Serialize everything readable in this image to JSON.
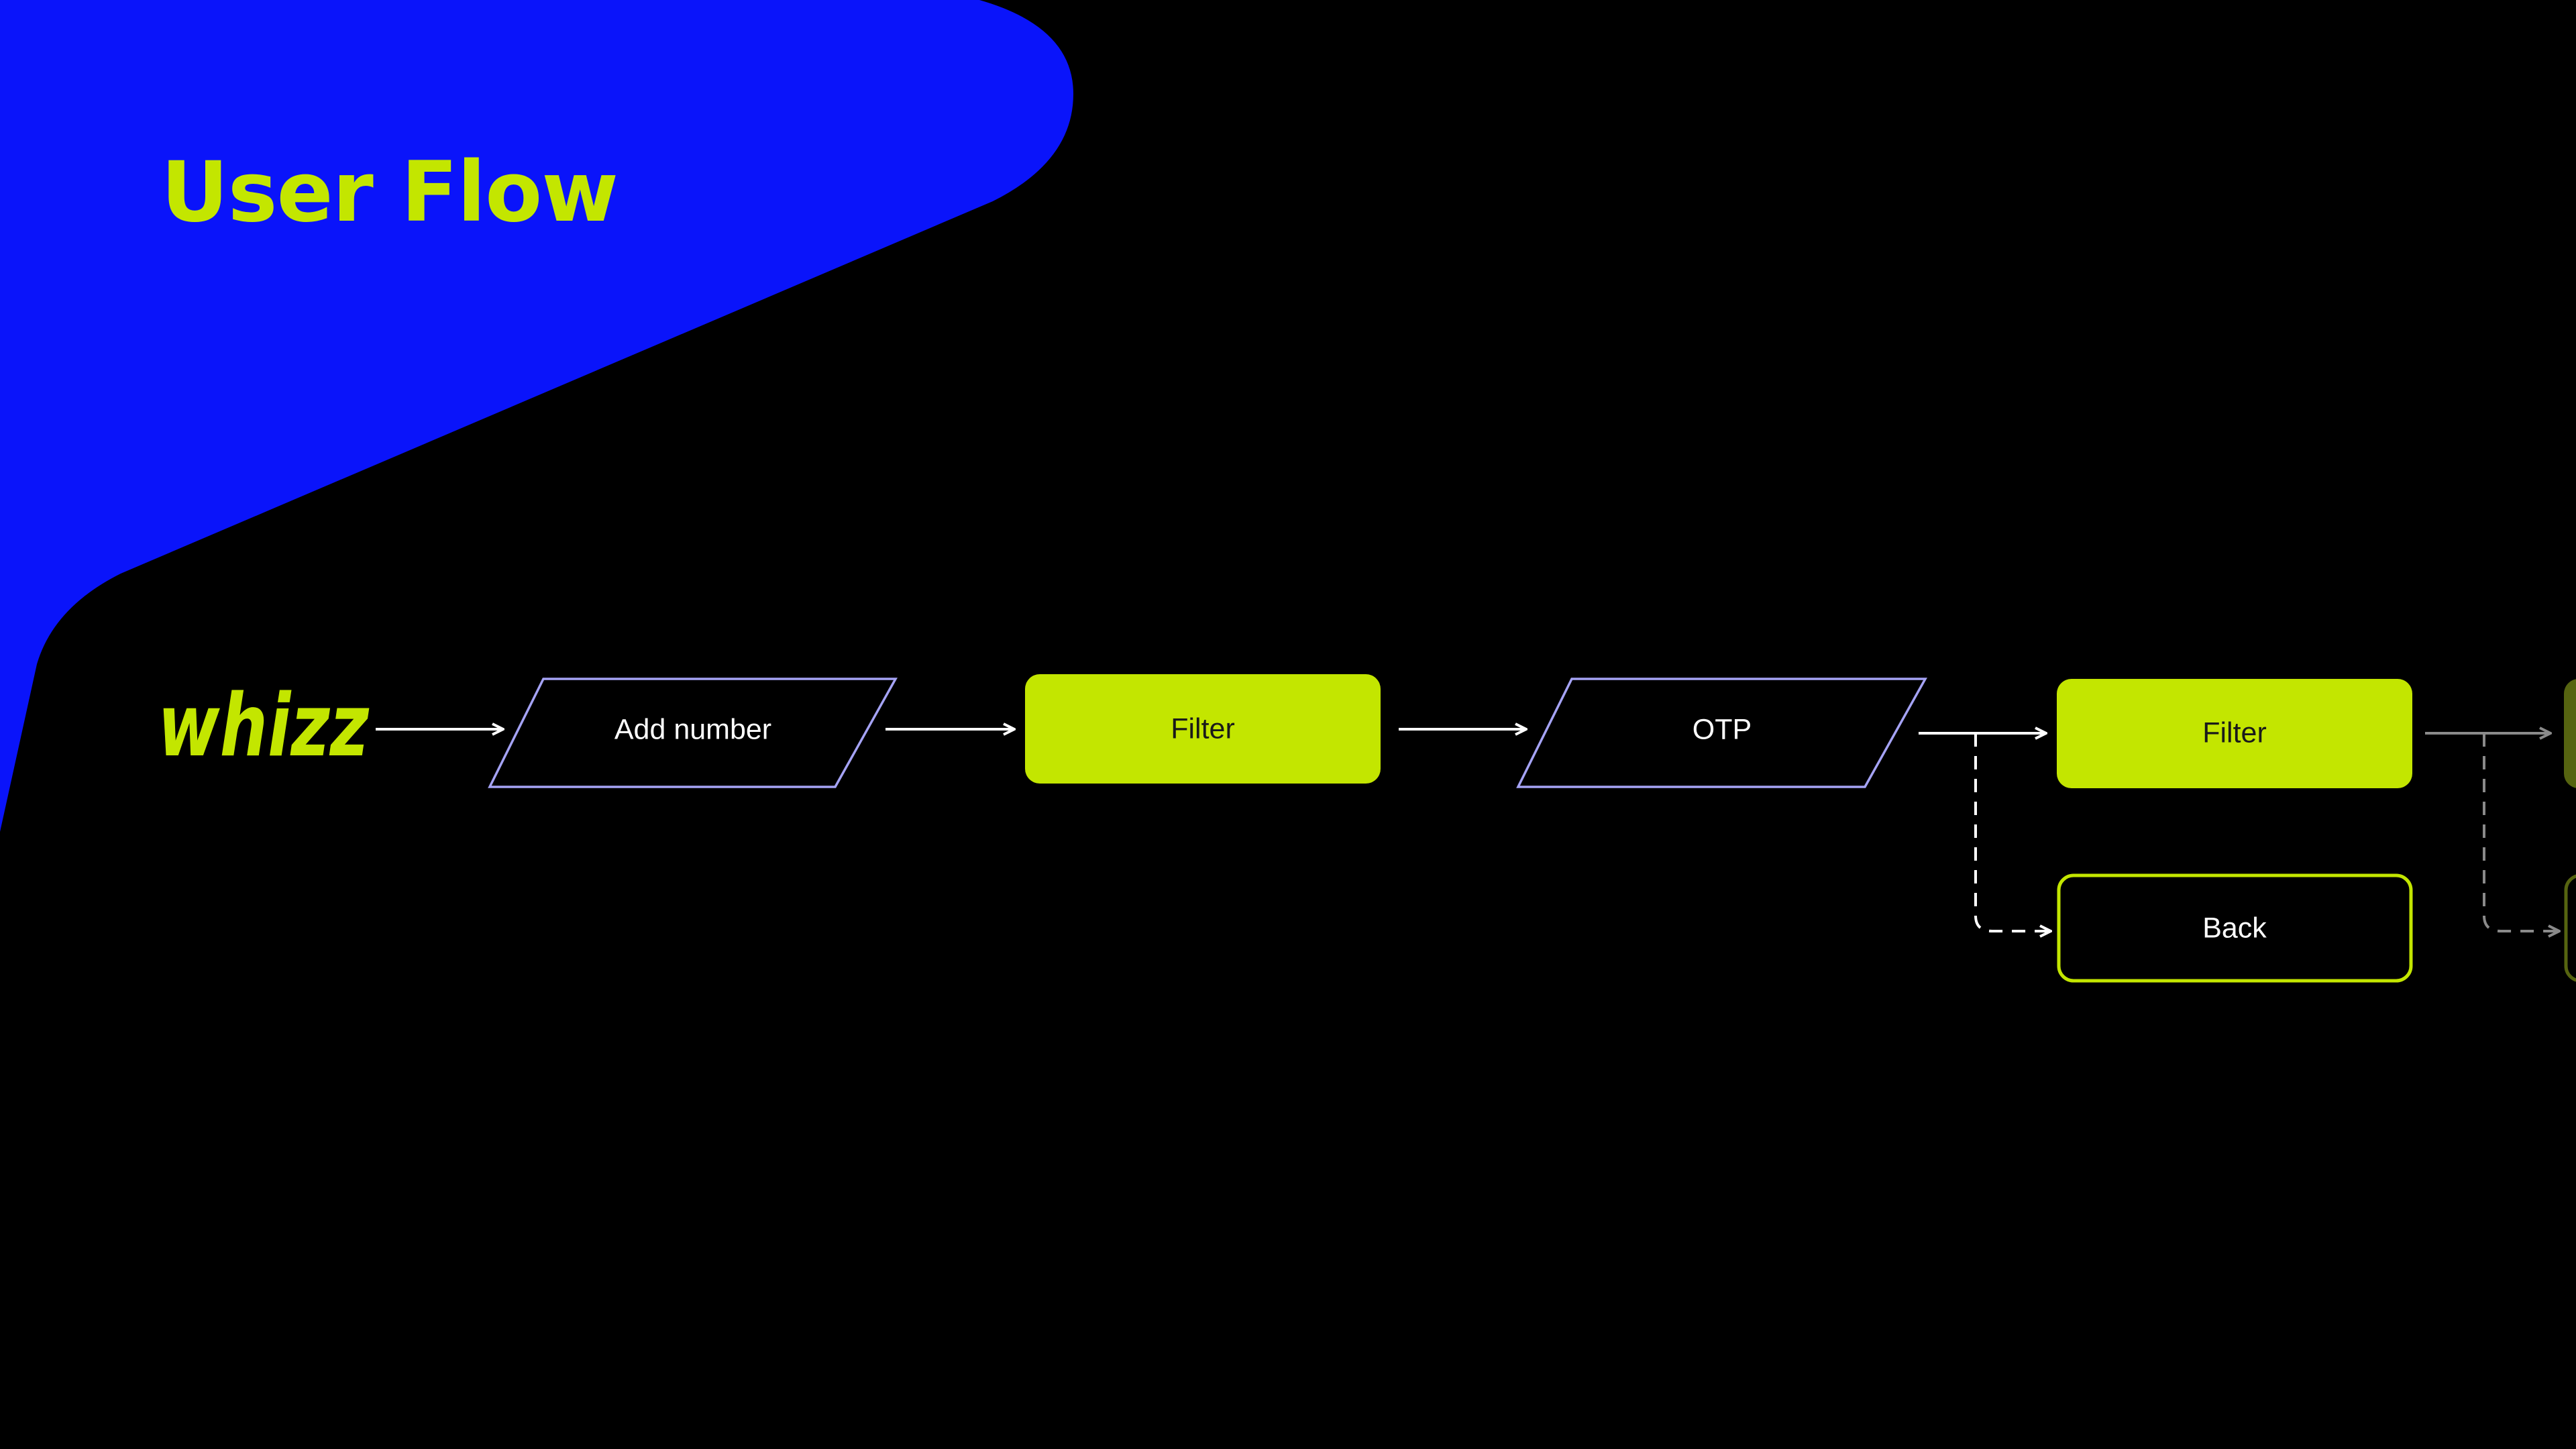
{
  "page": {
    "title": "User Flow"
  },
  "logo": {
    "text": "whizz"
  },
  "nodes": {
    "add_number": "Add number",
    "filter_1": "Filter",
    "otp": "OTP",
    "filter_2": "Filter",
    "back": "Back"
  },
  "colors": {
    "background": "#000000",
    "blob": "#0A14FA",
    "accent": "#C3E600",
    "parallelogram_stroke": "#A5A3F5",
    "connector": "#FFFFFF",
    "connector_faded": "#8A8A8A",
    "node_text_dark": "#1A1A1A",
    "node_text_light": "#FFFFFF",
    "offscreen_node": "#566410"
  }
}
